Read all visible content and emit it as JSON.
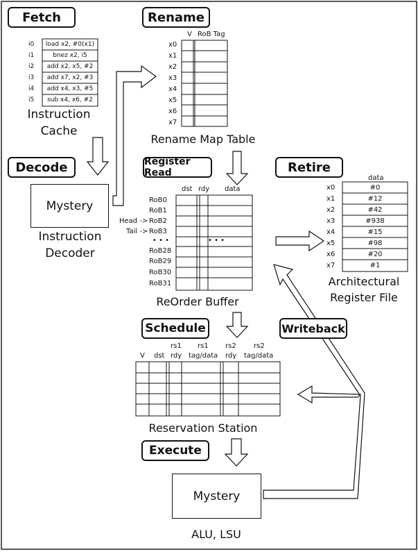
{
  "headers": {
    "fetch": "Fetch",
    "rename": "Rename",
    "decode": "Decode",
    "register_read": "Register Read",
    "retire": "Retire",
    "schedule": "Schedule",
    "writeback": "Writeback",
    "execute": "Execute"
  },
  "icache": {
    "caption_line1": "Instruction",
    "caption_line2": "Cache",
    "rows": [
      {
        "id": "i0",
        "instr": "load x2, #0(x1)"
      },
      {
        "id": "i1",
        "instr": "bnez x2, i5"
      },
      {
        "id": "i2",
        "instr": "add x2, x5, #2"
      },
      {
        "id": "i3",
        "instr": "add x7, x2, #3"
      },
      {
        "id": "i4",
        "instr": "add x4, x3, #5"
      },
      {
        "id": "i5",
        "instr": "sub x4, x6, #2"
      }
    ]
  },
  "rename_table": {
    "caption": "Rename Map Table",
    "col_v": "V",
    "col_tag": "RoB Tag",
    "rows": [
      "x0",
      "x1",
      "x2",
      "x3",
      "x4",
      "x5",
      "x6",
      "x7"
    ]
  },
  "decoder": {
    "box_label": "Mystery",
    "caption_line1": "Instruction",
    "caption_line2": "Decoder"
  },
  "rob": {
    "caption": "ReOrder Buffer",
    "col_dst": "dst",
    "col_rdy": "rdy",
    "col_data": "data",
    "rows_top": [
      "RoB0",
      "RoB1",
      "RoB2",
      "RoB3"
    ],
    "ellipsis": "• • •",
    "rows_bottom": [
      "RoB28",
      "RoB29",
      "RoB30",
      "RoB31"
    ],
    "head_label": "Head ->",
    "tail_label": "Tail ->"
  },
  "arf": {
    "caption_line1": "Architectural",
    "caption_line2": "Register File",
    "col_data": "data",
    "rows": [
      {
        "reg": "x0",
        "val": "#0"
      },
      {
        "reg": "x1",
        "val": "#12"
      },
      {
        "reg": "x2",
        "val": "#42"
      },
      {
        "reg": "x3",
        "val": "#938"
      },
      {
        "reg": "x4",
        "val": "#15"
      },
      {
        "reg": "x5",
        "val": "#98"
      },
      {
        "reg": "x6",
        "val": "#20"
      },
      {
        "reg": "x7",
        "val": "#1"
      }
    ]
  },
  "rs": {
    "caption": "Reservation Station",
    "col_v": "V",
    "col_dst": "dst",
    "col_rs1_rdy_1": "rs1",
    "col_rs1_rdy_2": "rdy",
    "col_rs1_tag_1": "rs1",
    "col_rs1_tag_2": "tag/data",
    "col_rs2_rdy_1": "rs2",
    "col_rs2_rdy_2": "rdy",
    "col_rs2_tag_1": "rs2",
    "col_rs2_tag_2": "tag/data"
  },
  "exec": {
    "box_label": "Mystery",
    "caption": "ALU, LSU"
  }
}
